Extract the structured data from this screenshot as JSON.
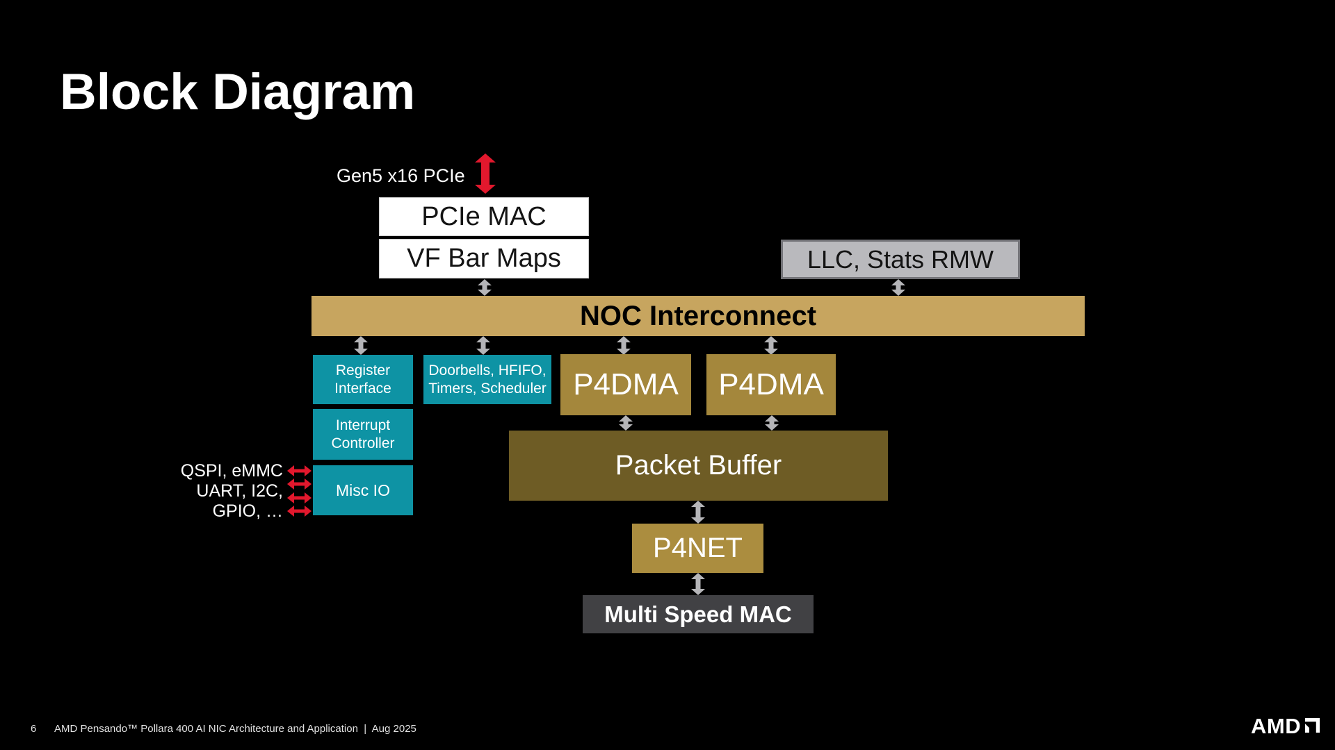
{
  "slide": {
    "title": "Block Diagram",
    "page_number": "6",
    "footer": "AMD Pensando™ Pollara 400 AI NIC Architecture and Application  |  Aug 2025",
    "brand_wordmark": "AMD"
  },
  "diagram": {
    "pcie_link_label": "Gen5 x16 PCIe",
    "boxes": {
      "pcie_mac": "PCIe MAC",
      "vf_bar_maps": "VF Bar Maps",
      "llc_stats_rmw": "LLC, Stats RMW",
      "noc_interconnect": "NOC Interconnect",
      "register_interface": "Register\nInterface",
      "doorbells": "Doorbells, HFIFO,\nTimers, Scheduler",
      "interrupt_controller": "Interrupt\nController",
      "misc_io": "Misc IO",
      "p4dma_left": "P4DMA",
      "p4dma_right": "P4DMA",
      "packet_buffer": "Packet Buffer",
      "p4net": "P4NET",
      "multi_speed_mac": "Multi Speed MAC"
    },
    "misc_io_labels": [
      "QSPI, eMMC",
      "UART, I2C,",
      "GPIO, …"
    ],
    "icons": {
      "pcie_arrow": "red-double-arrow-vertical",
      "misc_io_arrows": "red-double-arrow-horizontal",
      "bus_arrows": "gray-double-arrow-vertical",
      "brand_mark": "amd-arrow-icon"
    },
    "colors": {
      "background": "#000000",
      "teal_box": "#0E93A4",
      "gold_box": "#A4873C",
      "p4net_gold": "#AB8D3F",
      "packet_buffer_olive": "#6E5C25",
      "noc_tan": "#C7A55F",
      "llc_gray": "#B9B9BD",
      "mac_dark_gray": "#414144",
      "white_box": "#FFFFFF",
      "red_arrow": "#E2182D",
      "gray_arrow": "#B5B5B8"
    }
  }
}
